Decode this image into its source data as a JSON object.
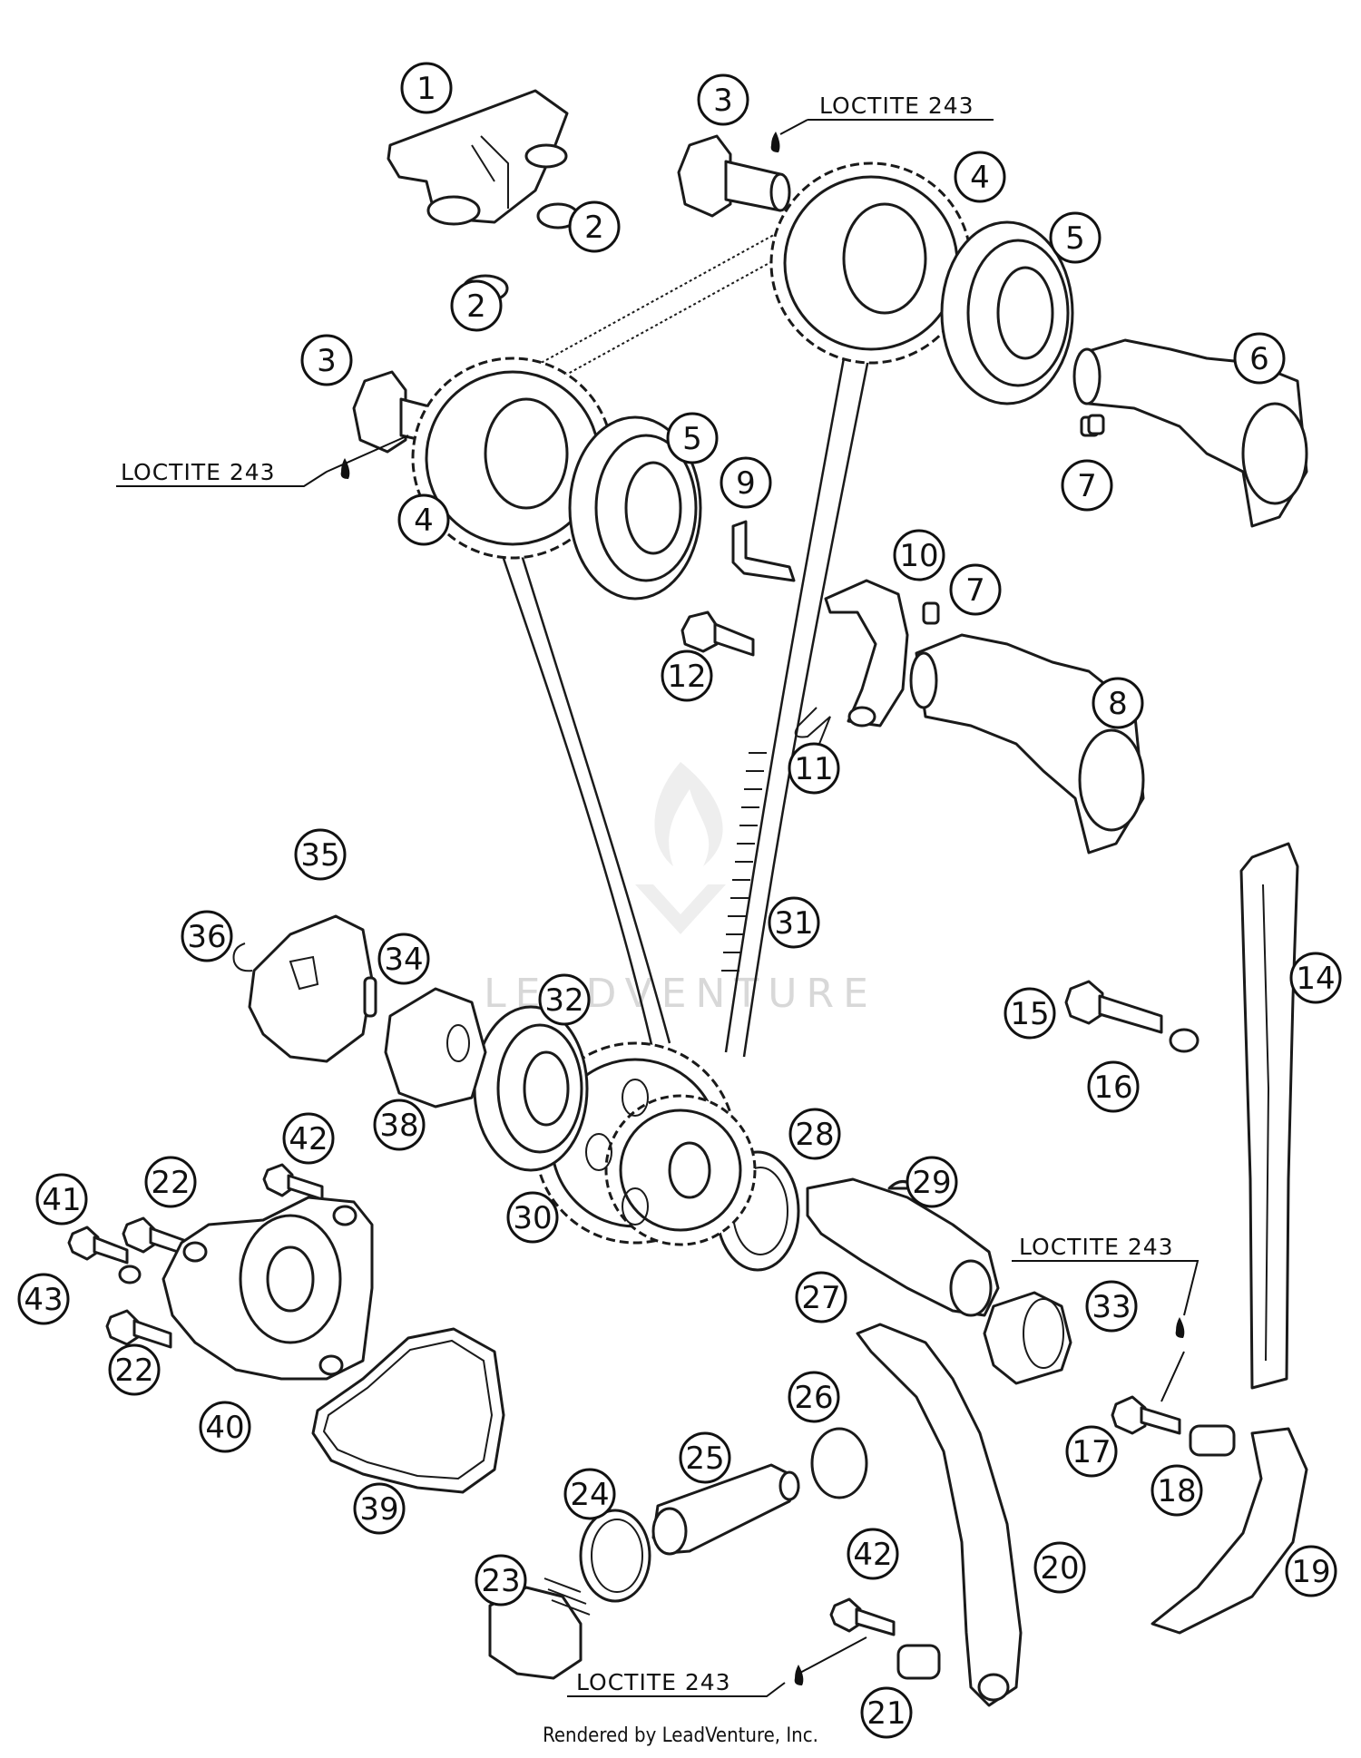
{
  "callouts": [
    {
      "n": "1"
    },
    {
      "n": "2"
    },
    {
      "n": "2"
    },
    {
      "n": "3"
    },
    {
      "n": "3"
    },
    {
      "n": "4"
    },
    {
      "n": "4"
    },
    {
      "n": "5"
    },
    {
      "n": "5"
    },
    {
      "n": "6"
    },
    {
      "n": "7"
    },
    {
      "n": "7"
    },
    {
      "n": "8"
    },
    {
      "n": "9"
    },
    {
      "n": "10"
    },
    {
      "n": "11"
    },
    {
      "n": "12"
    },
    {
      "n": "14"
    },
    {
      "n": "15"
    },
    {
      "n": "16"
    },
    {
      "n": "17"
    },
    {
      "n": "18"
    },
    {
      "n": "19"
    },
    {
      "n": "20"
    },
    {
      "n": "21"
    },
    {
      "n": "22"
    },
    {
      "n": "22"
    },
    {
      "n": "23"
    },
    {
      "n": "24"
    },
    {
      "n": "25"
    },
    {
      "n": "26"
    },
    {
      "n": "27"
    },
    {
      "n": "28"
    },
    {
      "n": "29"
    },
    {
      "n": "30"
    },
    {
      "n": "31"
    },
    {
      "n": "32"
    },
    {
      "n": "33"
    },
    {
      "n": "34"
    },
    {
      "n": "35"
    },
    {
      "n": "36"
    },
    {
      "n": "38"
    },
    {
      "n": "39"
    },
    {
      "n": "40"
    },
    {
      "n": "41"
    },
    {
      "n": "42"
    },
    {
      "n": "42"
    },
    {
      "n": "43"
    }
  ],
  "notes": {
    "loctite": "LOCTITE 243"
  },
  "watermark": "LEADVENTURE",
  "footer": {
    "credit": "Rendered by LeadVenture, Inc."
  }
}
